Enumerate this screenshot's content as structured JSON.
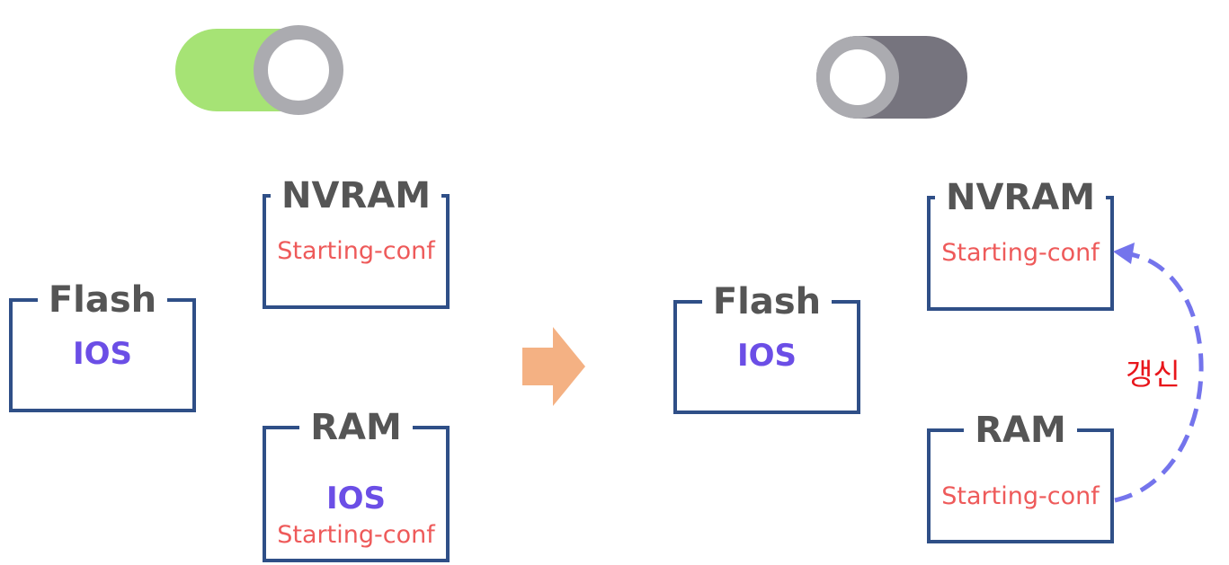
{
  "left": {
    "nvram": {
      "title": "NVRAM",
      "content": "Starting-conf"
    },
    "flash": {
      "title": "Flash",
      "content": "IOS"
    },
    "ram": {
      "title": "RAM",
      "ios": "IOS",
      "conf": "Starting-conf"
    }
  },
  "right": {
    "nvram": {
      "title": "NVRAM",
      "content": "Starting-conf"
    },
    "flash": {
      "title": "Flash",
      "content": "IOS"
    },
    "ram": {
      "title": "RAM",
      "content": "Starting-conf"
    }
  },
  "update_label": "갱신",
  "colors": {
    "toggle_on": "#a6e375",
    "toggle_off": "#76747e",
    "box_border": "#2f4f87",
    "title": "#555555",
    "ios": "#6b4ee6",
    "conf": "#ee5a5a",
    "arrow": "#f4b183",
    "update_arrow": "#7474ec",
    "update_label": "#e8161b"
  },
  "icons": [
    "toggle-switch-on-icon",
    "toggle-switch-off-icon",
    "right-arrow-icon",
    "dashed-curved-arrow-icon"
  ]
}
